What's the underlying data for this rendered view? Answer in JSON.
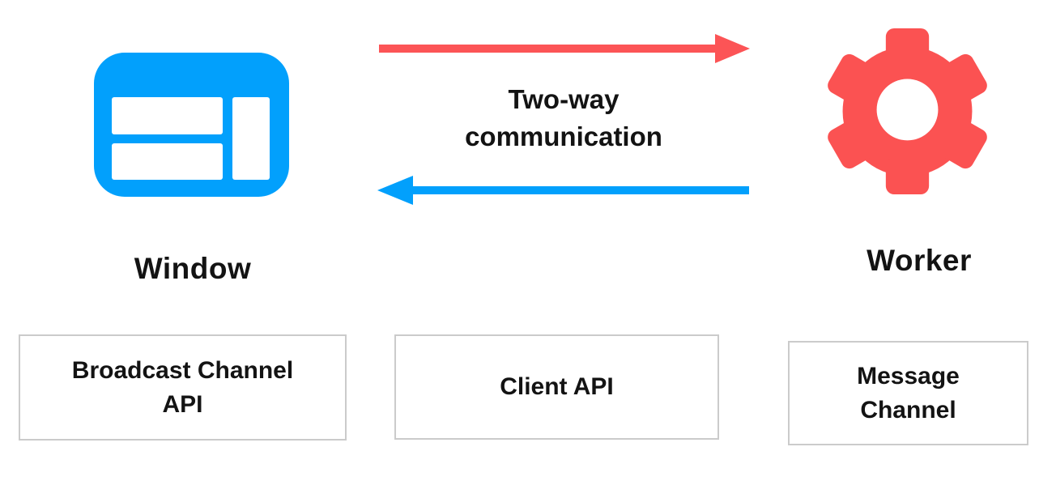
{
  "colors": {
    "window_blue": "#02a0fc",
    "worker_red": "#fb5252",
    "arrow_to_worker_red": "#fc5456",
    "arrow_to_window_blue": "#02a0fc",
    "box_border_gray": "#cbcbcb",
    "text_black": "#131313"
  },
  "nodes": {
    "window": {
      "label": "Window"
    },
    "worker": {
      "label": "Worker"
    }
  },
  "arrows": {
    "caption": "Two-way communication"
  },
  "boxes": [
    {
      "label": "Broadcast Channel API"
    },
    {
      "label": "Client API"
    },
    {
      "label": "Message Channel"
    }
  ]
}
